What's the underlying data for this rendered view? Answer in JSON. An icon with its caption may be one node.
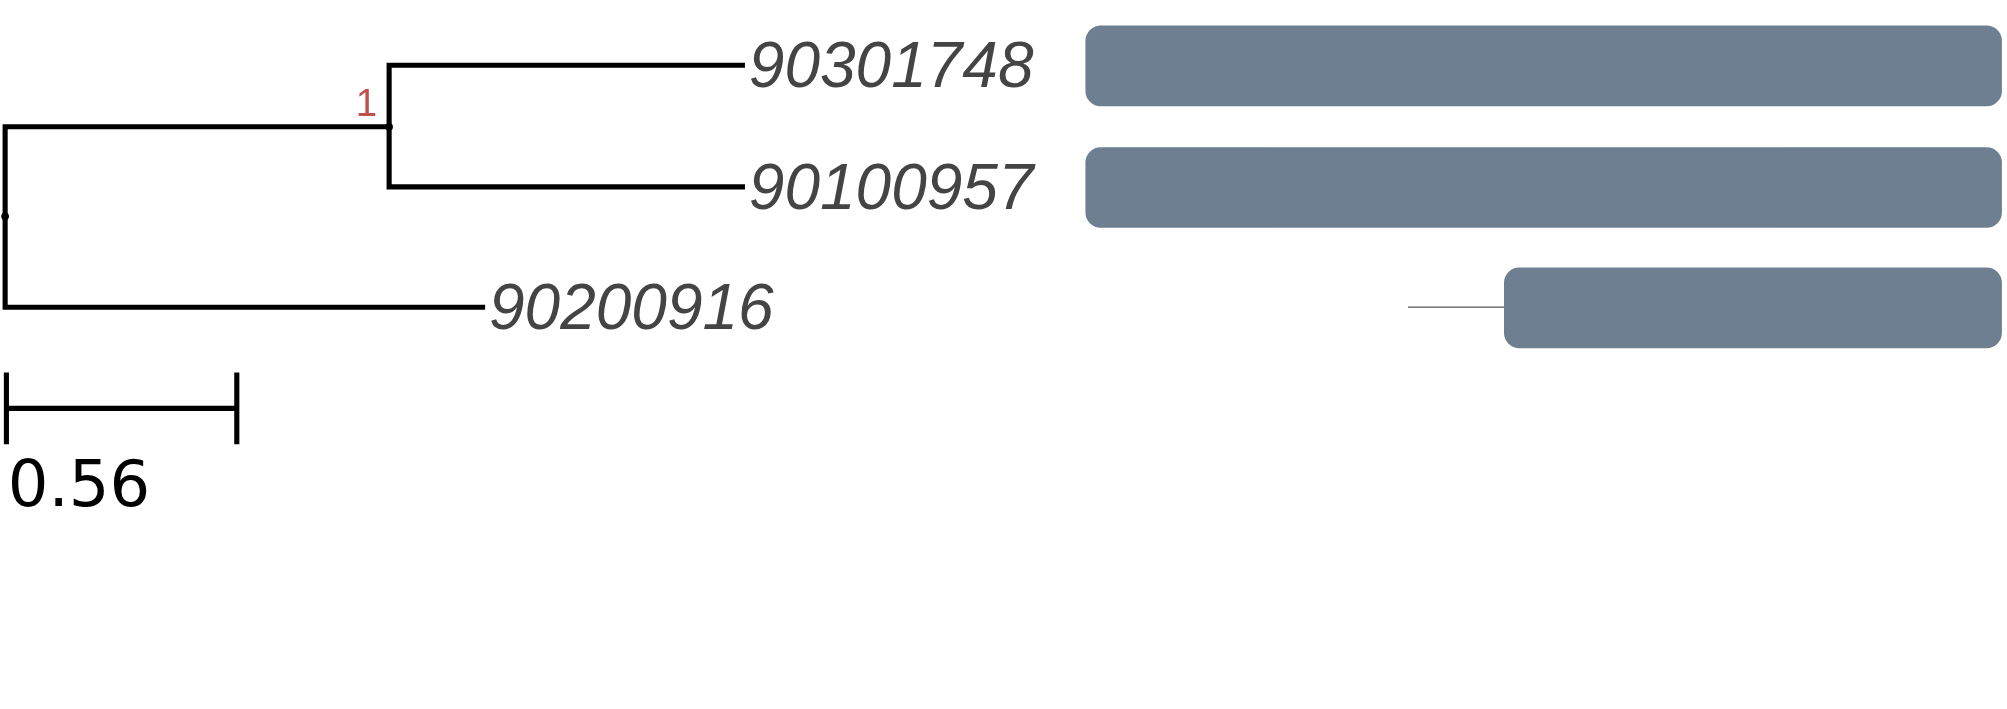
{
  "diagram": {
    "nodes": [
      {
        "text": [],
        "shape": "point"
      },
      {
        "text": [],
        "shape": "point",
        "beside": [
          "1"
        ]
      },
      {
        "text": [
          "90301748"
        ]
      },
      {
        "text": [],
        "shape": "bar"
      },
      {
        "text": [
          "90100957"
        ]
      },
      {
        "text": [],
        "shape": "bar"
      },
      {
        "text": [
          "90200916"
        ]
      },
      {
        "text": [],
        "shape": "bar"
      }
    ],
    "edges": [
      {
        "from": 0,
        "to": 1,
        "arrow": "none"
      },
      {
        "from": 1,
        "to": 2,
        "arrow": "none"
      },
      {
        "from": 1,
        "to": 4,
        "arrow": "none"
      },
      {
        "from": 0,
        "to": 6,
        "arrow": "none"
      }
    ],
    "labels": [
      "0.56"
    ]
  }
}
